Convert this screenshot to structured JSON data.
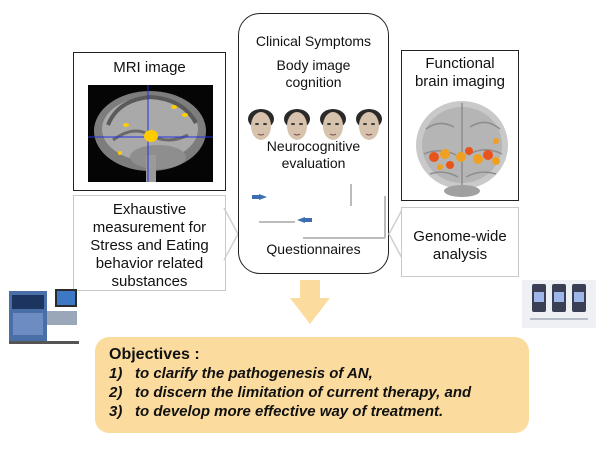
{
  "mri": {
    "title": "MRI image"
  },
  "stress": {
    "lines": [
      "Exhaustive",
      "measurement for",
      "Stress and Eating",
      "behavior related",
      "substances"
    ]
  },
  "clinical": {
    "title": "Clinical Symptoms",
    "body_image": [
      "Body image",
      "cognition"
    ],
    "neuro": [
      "Neurocognitive",
      "evaluation"
    ],
    "questionnaires": "Questionnaires"
  },
  "functional": {
    "lines": [
      "Functional",
      "brain imaging"
    ]
  },
  "genome": {
    "lines": [
      "Genome-wide",
      "analysis"
    ]
  },
  "objectives": {
    "heading": "Objectives :",
    "items": [
      {
        "num": "1)",
        "text": "to clarify the pathogenesis of AN,"
      },
      {
        "num": "2)",
        "text": "to discern the limitation of current therapy, and"
      },
      {
        "num": "3)",
        "text": "to develop more effective way of treatment."
      }
    ]
  },
  "colors": {
    "objectives_bg": "#fbdc9e",
    "arrow": "#fbdc9e",
    "accent_blue": "#3d6fb0"
  },
  "icons": [
    "mri-scan-image",
    "face-photo",
    "questionnaire-sheet",
    "brain-activation-image",
    "lab-instrument",
    "microarray-chips",
    "down-arrow"
  ]
}
